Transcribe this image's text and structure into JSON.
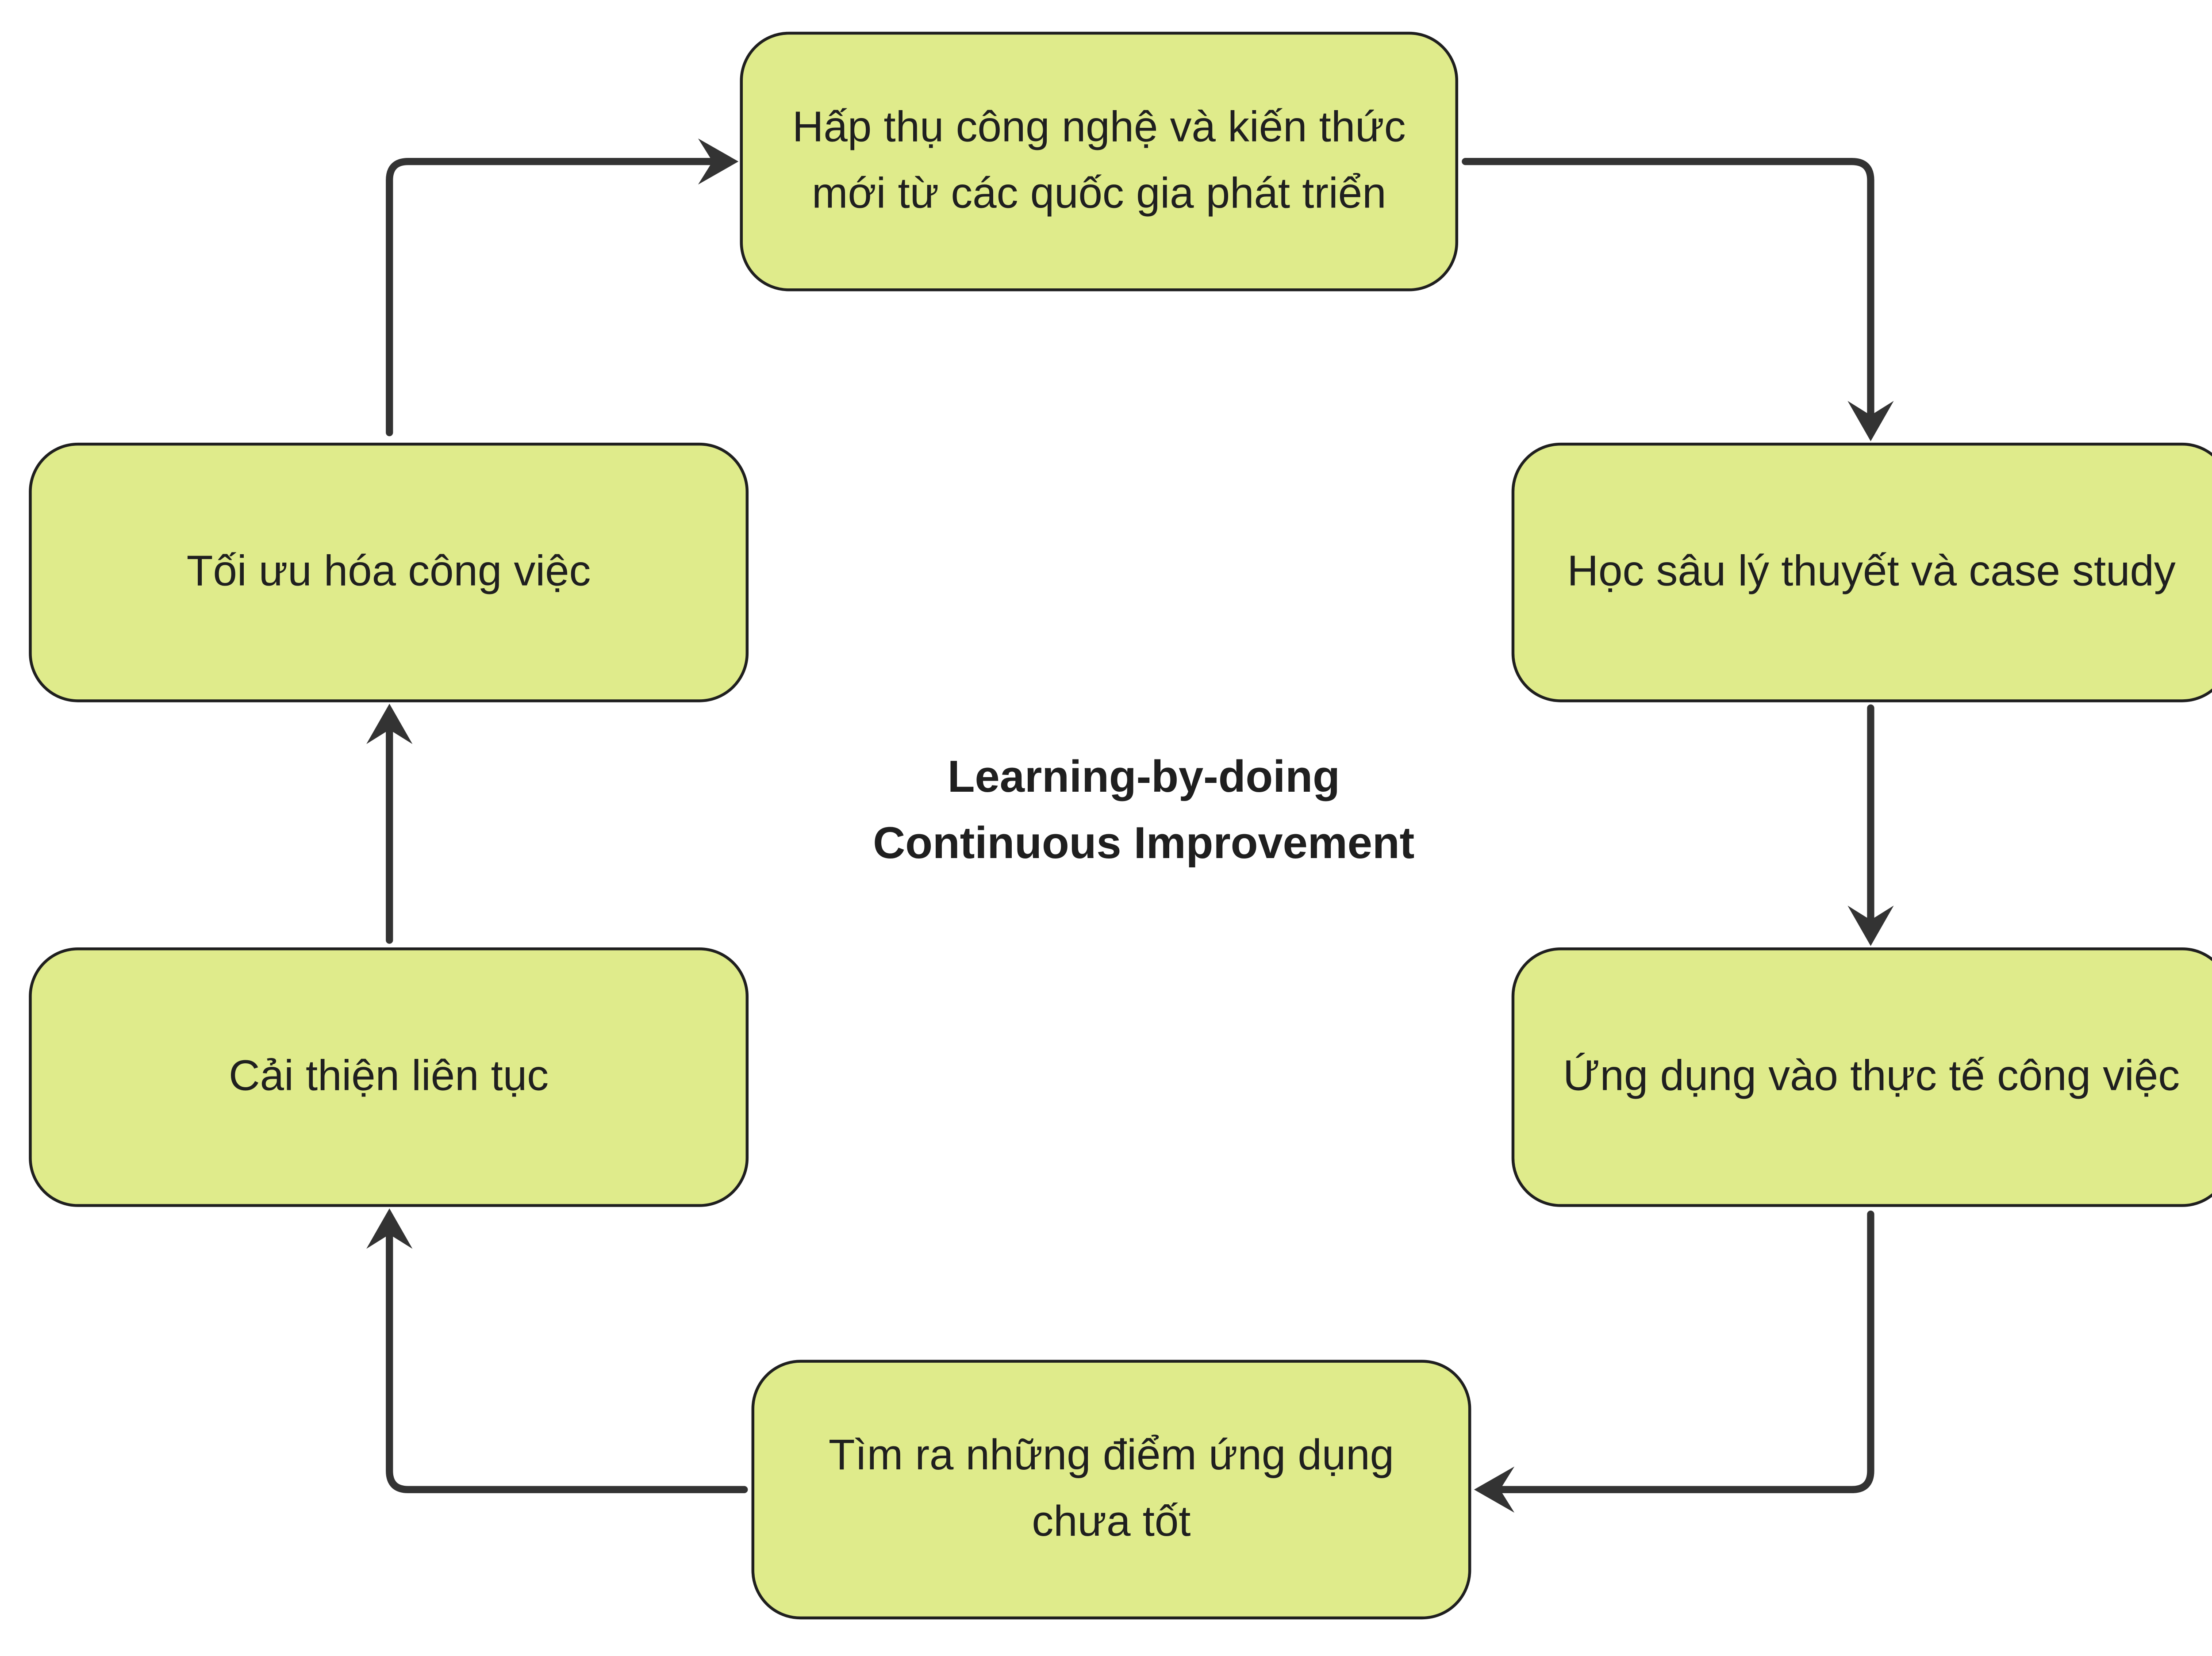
{
  "diagram": {
    "center_title": {
      "line1": "Learning-by-doing",
      "line2": "Continuous Improvement"
    },
    "nodes": [
      {
        "id": "absorb",
        "lines": [
          "Hấp thụ công nghệ và kiến thức",
          "mới từ các quốc gia phát triển"
        ]
      },
      {
        "id": "study",
        "lines": [
          "Học sâu lý thuyết và case study"
        ]
      },
      {
        "id": "apply",
        "lines": [
          "Ứng dụng vào thực tế công việc"
        ]
      },
      {
        "id": "find-gaps",
        "lines": [
          "Tìm ra những điểm ứng dụng",
          "chưa tốt"
        ]
      },
      {
        "id": "improve",
        "lines": [
          "Cải thiện liên tục"
        ]
      },
      {
        "id": "optimize",
        "lines": [
          "Tối ưu hóa công việc"
        ]
      }
    ],
    "flow": [
      [
        "absorb",
        "study"
      ],
      [
        "study",
        "apply"
      ],
      [
        "apply",
        "find-gaps"
      ],
      [
        "find-gaps",
        "improve"
      ],
      [
        "improve",
        "optimize"
      ],
      [
        "optimize",
        "absorb"
      ]
    ],
    "colors": {
      "node_fill": "#dfeb8b",
      "node_border": "#1f1f1f",
      "arrow": "#333333",
      "text": "#1f1f1f",
      "background": "#ffffff"
    }
  }
}
